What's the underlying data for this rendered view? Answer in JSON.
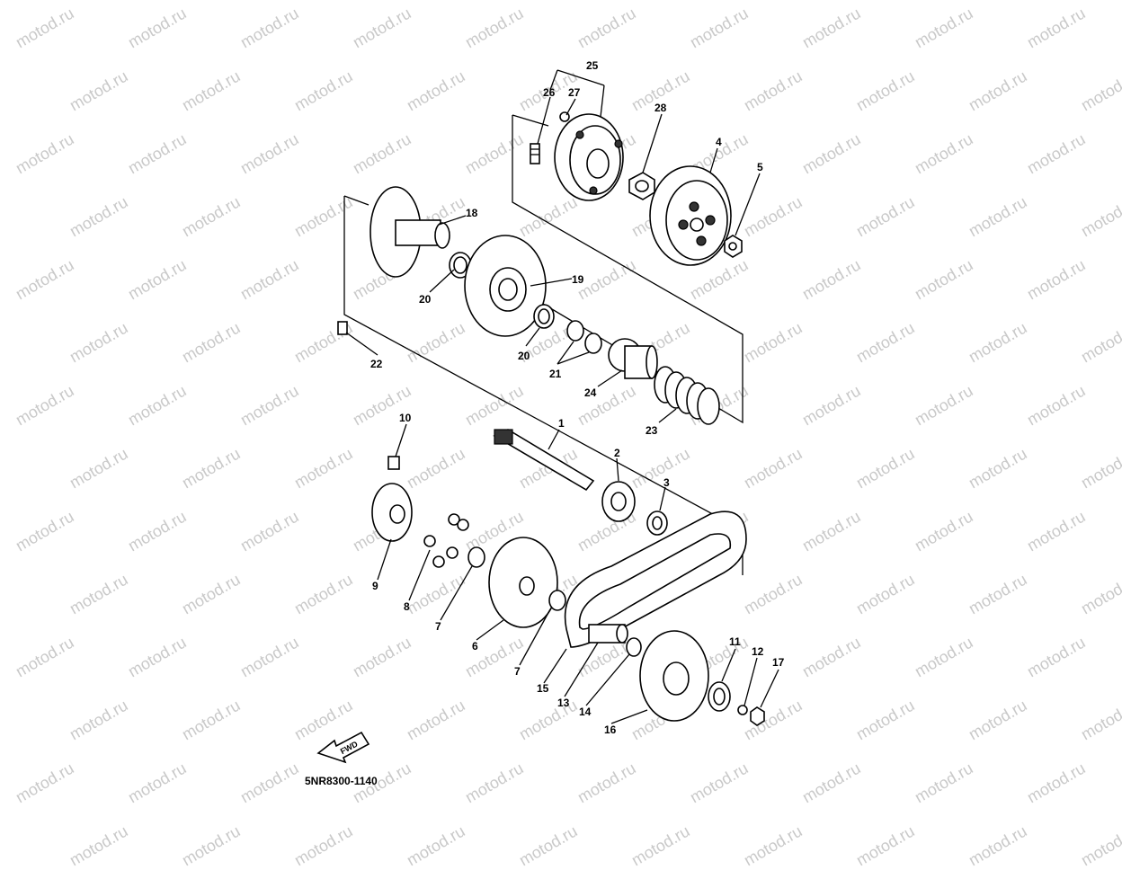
{
  "watermark": "motod.ru",
  "diagram_code": "5NR8300-1140",
  "fwd_label": "FWD",
  "callouts": [
    {
      "id": "c25",
      "text": "25"
    },
    {
      "id": "c26",
      "text": "26"
    },
    {
      "id": "c27",
      "text": "27"
    },
    {
      "id": "c28",
      "text": "28"
    },
    {
      "id": "c4",
      "text": "4"
    },
    {
      "id": "c5",
      "text": "5"
    },
    {
      "id": "c18",
      "text": "18"
    },
    {
      "id": "c19",
      "text": "19"
    },
    {
      "id": "c20a",
      "text": "20"
    },
    {
      "id": "c20b",
      "text": "20"
    },
    {
      "id": "c21",
      "text": "21"
    },
    {
      "id": "c22",
      "text": "22"
    },
    {
      "id": "c24",
      "text": "24"
    },
    {
      "id": "c23",
      "text": "23"
    },
    {
      "id": "c10",
      "text": "10"
    },
    {
      "id": "c1",
      "text": "1"
    },
    {
      "id": "c2",
      "text": "2"
    },
    {
      "id": "c3",
      "text": "3"
    },
    {
      "id": "c9",
      "text": "9"
    },
    {
      "id": "c8",
      "text": "8"
    },
    {
      "id": "c7a",
      "text": "7"
    },
    {
      "id": "c6",
      "text": "6"
    },
    {
      "id": "c7b",
      "text": "7"
    },
    {
      "id": "c15",
      "text": "15"
    },
    {
      "id": "c13",
      "text": "13"
    },
    {
      "id": "c14",
      "text": "14"
    },
    {
      "id": "c16",
      "text": "16"
    },
    {
      "id": "c11",
      "text": "11"
    },
    {
      "id": "c12",
      "text": "12"
    },
    {
      "id": "c17",
      "text": "17"
    }
  ]
}
